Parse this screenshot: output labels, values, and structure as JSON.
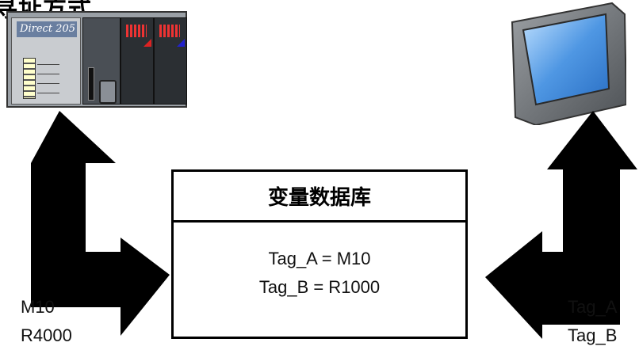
{
  "title": "寻址方式",
  "plc": {
    "brand": "Direct 205"
  },
  "database": {
    "header": "变量数据库",
    "rows": [
      "Tag_A = M10",
      "Tag_B = R1000"
    ]
  },
  "left_addresses": [
    "M10",
    "R4000"
  ],
  "right_tags": [
    "Tag_A",
    "Tag_B"
  ],
  "colors": {
    "arrow": "#000000",
    "box_border": "#000000",
    "hmi_screen": "#5aa0e6",
    "hmi_frame": "#6b6f73"
  }
}
